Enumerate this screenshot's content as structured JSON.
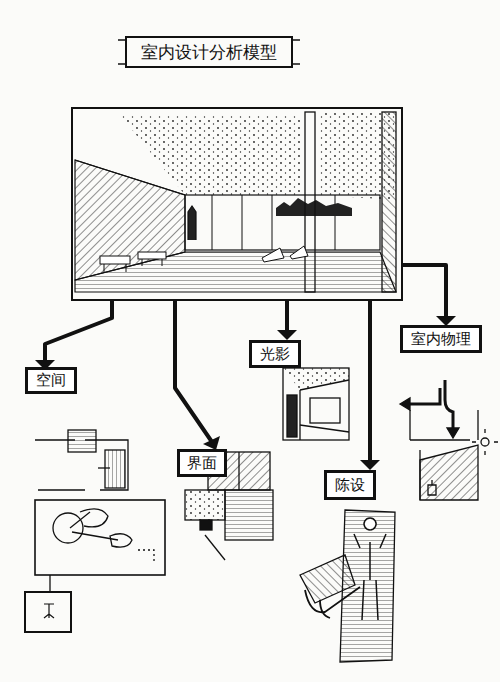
{
  "diagram": {
    "title": "室内设计分析模型",
    "nodes": [
      {
        "text": [
          "空间"
        ]
      },
      {
        "text": [
          "界面"
        ]
      },
      {
        "text": [
          "光影"
        ]
      },
      {
        "text": [
          "陈设"
        ]
      },
      {
        "text": [
          "室内物理"
        ]
      }
    ]
  }
}
